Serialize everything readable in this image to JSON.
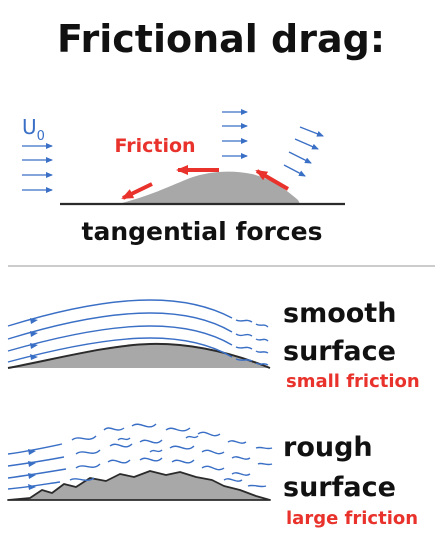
{
  "title": "Frictional drag:",
  "top_panel": {
    "velocity_label": "U",
    "velocity_subscript": "0",
    "friction_label": "Friction",
    "caption": "tangential forces"
  },
  "smooth_panel": {
    "line1": "smooth",
    "line2": "surface",
    "note": "small friction"
  },
  "rough_panel": {
    "line1": "rough",
    "line2": "surface",
    "note": "large friction"
  },
  "colors": {
    "title": "#111111",
    "flow_arrows": "#3a6fc6",
    "friction": "#e8322b",
    "hill_fill": "#a8a8a8",
    "ground": "#2b2b2b",
    "divider": "#999999"
  }
}
